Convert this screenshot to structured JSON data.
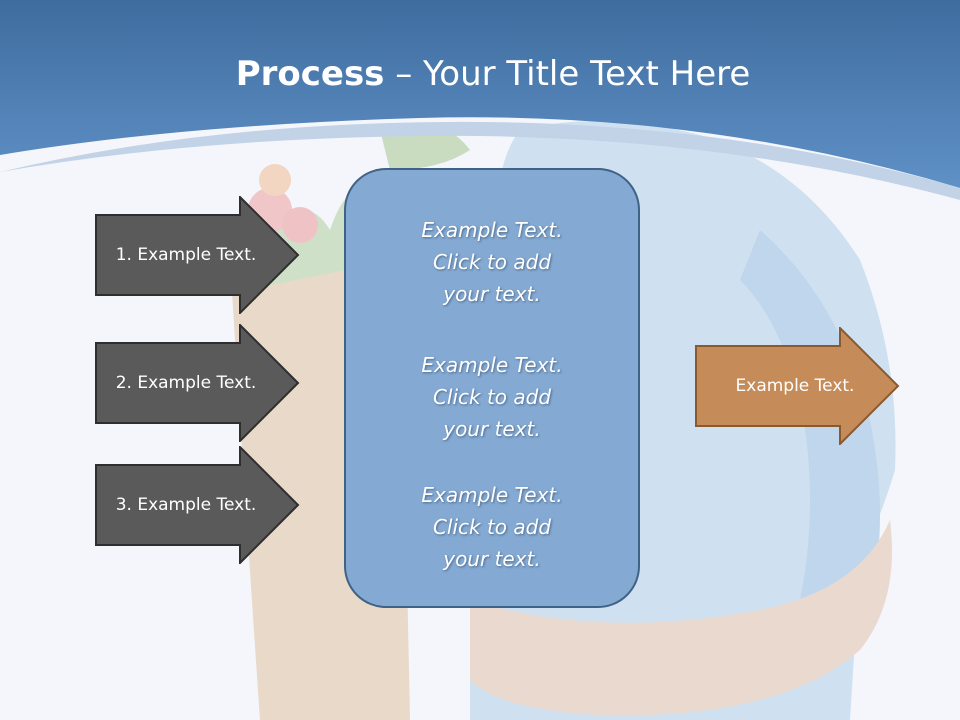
{
  "slide": {
    "title_bold": "Process",
    "title_rest": " – Your Title Text Here"
  },
  "inputs": [
    {
      "label": "1. Example Text."
    },
    {
      "label": "2. Example Text."
    },
    {
      "label": "3. Example Text."
    }
  ],
  "center_panel": {
    "items": [
      "Example Text.\nClick  to add\nyour text.",
      "Example Text.\nClick  to add\nyour text.",
      "Example Text.\nClick  to add\nyour text."
    ]
  },
  "output": {
    "label": "Example Text."
  },
  "colors": {
    "header_blue": "#4f7fb5",
    "input_arrow": "#5a5a5a",
    "panel_fill": "#84aad3",
    "output_arrow": "#c58b58"
  }
}
